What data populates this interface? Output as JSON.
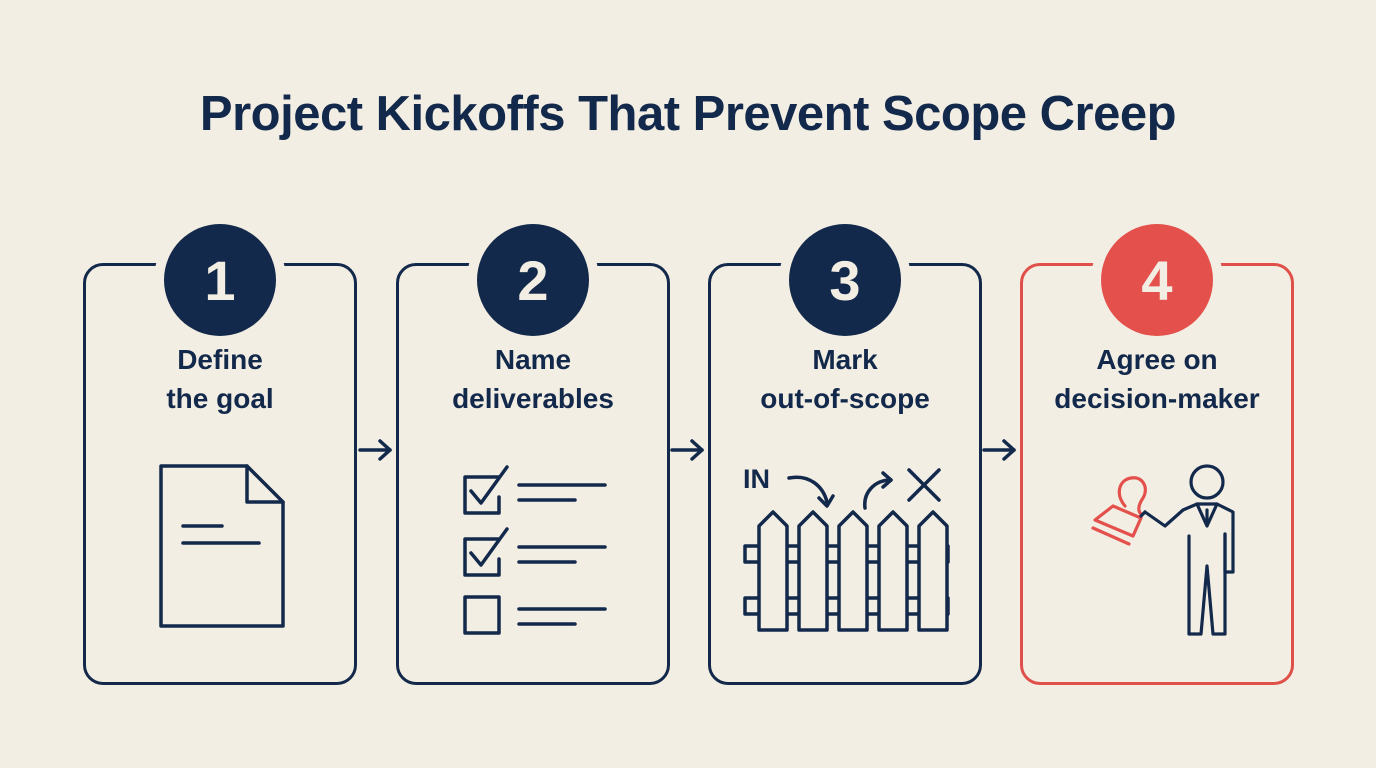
{
  "title": "Project Kickoffs That Prevent Scope Creep",
  "colors": {
    "background": "#f3eee3",
    "navy": "#13294b",
    "accent_red": "#e4504b"
  },
  "steps": [
    {
      "number": "1",
      "line1": "Define",
      "line2": "the goal",
      "icon": "document-icon",
      "highlight": false
    },
    {
      "number": "2",
      "line1": "Name",
      "line2": "deliverables",
      "icon": "checklist-icon",
      "highlight": false
    },
    {
      "number": "3",
      "line1": "Mark",
      "line2": "out-of-scope",
      "icon": "fence-icon",
      "icon_text": "IN",
      "highlight": false
    },
    {
      "number": "4",
      "line1": "Agree on",
      "line2": "decision-maker",
      "icon": "person-with-stamp-icon",
      "highlight": true
    }
  ],
  "connectors": [
    "arrow-right",
    "arrow-right",
    "arrow-right"
  ]
}
